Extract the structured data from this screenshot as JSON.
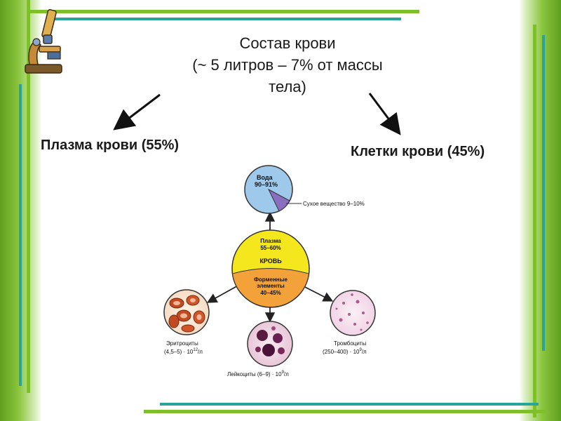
{
  "slide": {
    "title_line1": "Состав крови",
    "title_line2": "(~ 5 литров – 7% от массы",
    "title_line3": "тела)",
    "left_label": "Плазма крови (55%)",
    "right_label": "Клетки крови (45%)"
  },
  "diagram": {
    "water_label": "Вода",
    "water_value": "90–91%",
    "dry_matter": "Сухое вещество 9–10%",
    "plasma_label": "Плазма",
    "plasma_value": "55–60%",
    "blood_label": "КРОВЬ",
    "formed_line1": "Форменные",
    "formed_line2": "элементы",
    "formed_value": "40–45%",
    "erythrocytes_label": "Эритроциты",
    "erythrocytes_value": "(4,5–5) · 10",
    "erythrocytes_exp": "12",
    "erythrocytes_unit": "/л",
    "leukocytes_label": "Лейкоциты (6–9) · 10",
    "leukocytes_exp": "9",
    "leukocytes_unit": "/л",
    "platelets_label": "Тромбоциты",
    "platelets_value": "(250–400) · 10",
    "platelets_exp": "9",
    "platelets_unit": "/л"
  },
  "colors": {
    "accent_green": "#7fbf2a",
    "accent_teal": "#2aa39b",
    "water_blue": "#9ec9ea",
    "dry_purple": "#8a6fc0",
    "plasma_yellow": "#f5e71e",
    "formed_orange": "#f3a23a"
  }
}
